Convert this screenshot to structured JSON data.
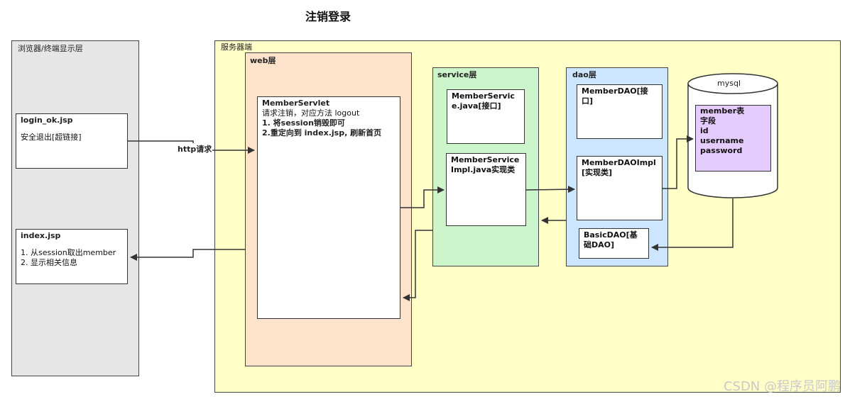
{
  "title": "注销登录",
  "browser": {
    "label": "浏览器/终端显示层",
    "login_box": {
      "name": "login_ok.jsp",
      "text": "安全退出[超链接]"
    },
    "index_box": {
      "name": "index.jsp",
      "line1": "1. 从session取出member",
      "line2": "2. 显示相关信息"
    }
  },
  "server": {
    "label": "服务器端",
    "web": {
      "label": "web层",
      "servlet": {
        "name": "MemberServlet",
        "line1": "请求注销，对应方法 logout",
        "line2": "1. 将session销毁即可",
        "line3": "2.重定向到 index.jsp, 刷新首页"
      }
    },
    "service": {
      "label": "service层",
      "interface_box": "MemberService.java[接口]",
      "impl_box": "MemberServiceImpl.java实现类"
    },
    "dao": {
      "label": "dao层",
      "interface_box": "MemberDAO[接口]",
      "impl_box": "MemberDAOImpl[实现类]",
      "basic_box": "BasicDAO[基础DAO]"
    },
    "mysql": {
      "label": "mysql",
      "table": {
        "name": "member表",
        "field_header": "字段",
        "fields": [
          "id",
          "username",
          "password"
        ]
      }
    }
  },
  "arrow_label": "http请求",
  "watermark": "CSDN @程序员阿鹏"
}
